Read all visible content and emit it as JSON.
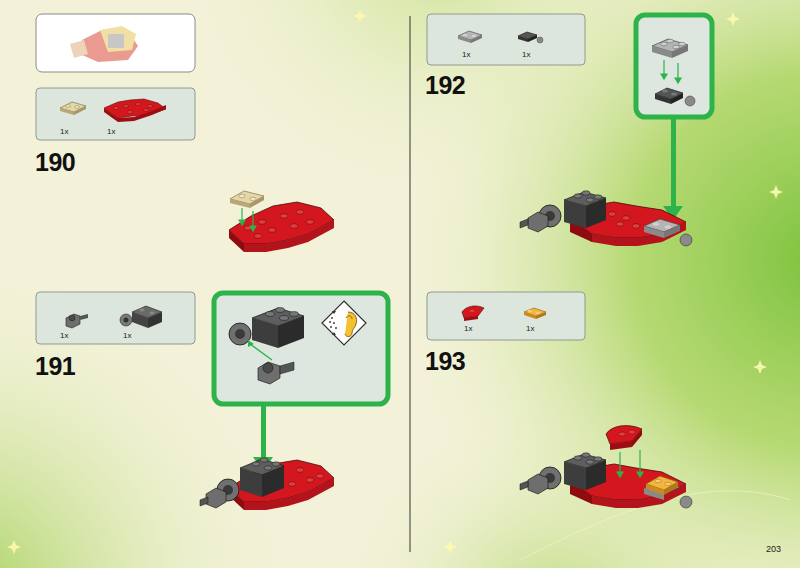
{
  "diagram": {
    "labels": [
      "1x",
      "1x",
      "190",
      "1x",
      "1x",
      "191",
      "1x",
      "1x",
      "192",
      "1x",
      "1x",
      "193",
      "203"
    ]
  }
}
